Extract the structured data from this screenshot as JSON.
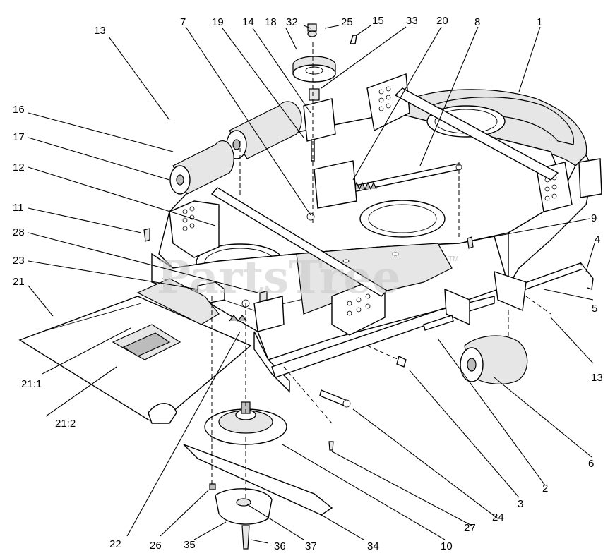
{
  "watermark": {
    "text": "PartsTree",
    "tm": "TM"
  },
  "callouts": [
    "13",
    "7",
    "19",
    "14",
    "18",
    "32",
    "25",
    "15",
    "33",
    "20",
    "8",
    "1",
    "16",
    "17",
    "12",
    "11",
    "28",
    "23",
    "21",
    "9",
    "4",
    "5",
    "13",
    "21:1",
    "21:2",
    "2",
    "6",
    "3",
    "10",
    "24",
    "27",
    "22",
    "26",
    "35",
    "36",
    "37",
    "34"
  ]
}
